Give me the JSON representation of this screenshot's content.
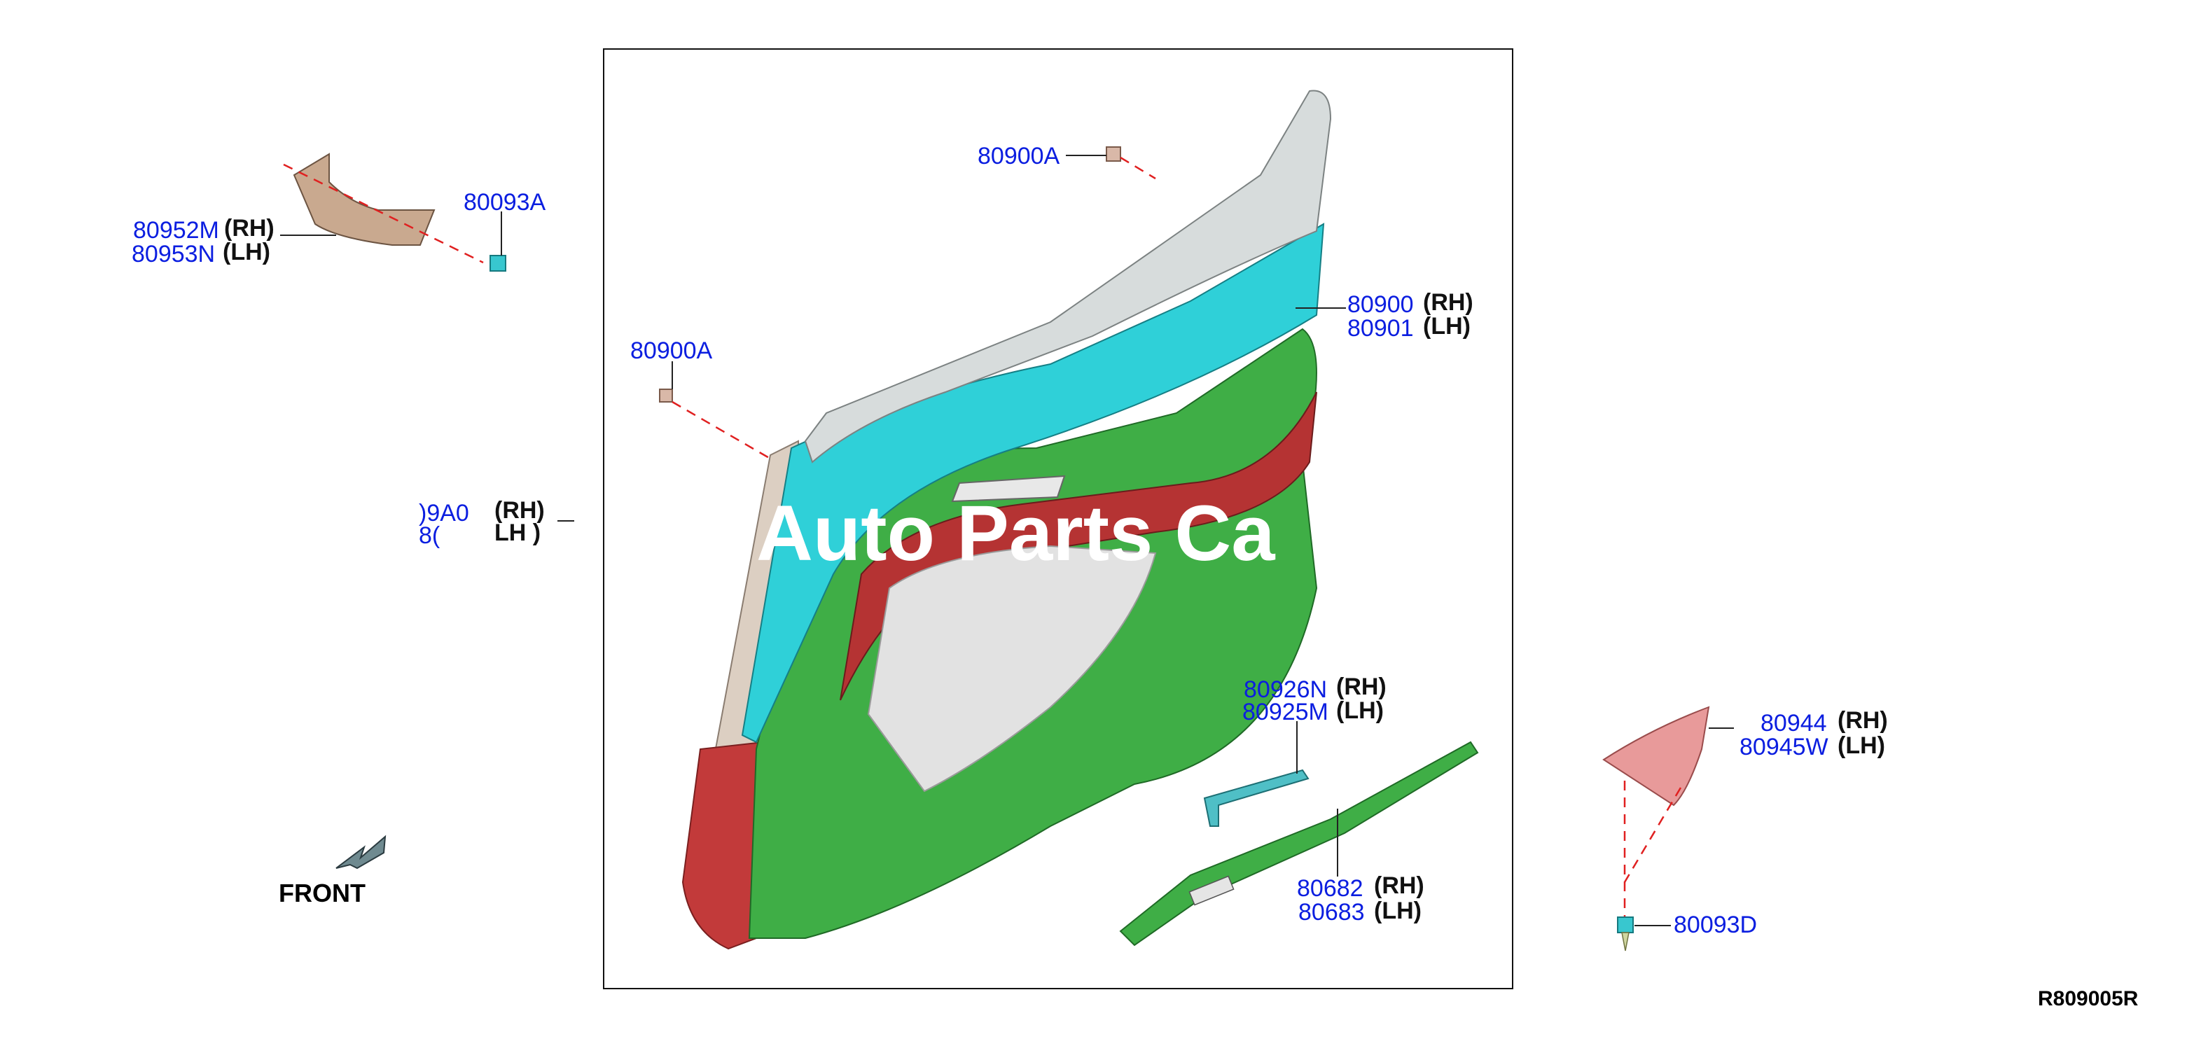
{
  "callouts": {
    "c80900a_top": "80900A",
    "c80900a_left": "80900A",
    "c80952m": "80952M",
    "c80953n": "80953N",
    "c80093a": "80093A",
    "c80900": "80900",
    "c80901": "80901",
    "c80940_partial": ")9A0",
    "c80941_partial": "8(",
    "c80926n": "80926N",
    "c80925m": "80925M",
    "c80682": "80682",
    "c80683": "80683",
    "c80944": "80944",
    "c80945w": "80945W",
    "c80093d": "80093D"
  },
  "sides": {
    "rh": "(RH)",
    "lh": "(LH)",
    "lh_partial": "LH )"
  },
  "front_label": "FRONT",
  "diagram_ref": "R809005R",
  "watermark": "Auto Parts Ca",
  "colors": {
    "callout_blue": "#0b1ee0",
    "door_green": "#3fae46",
    "trim_red": "#c23a3a",
    "trim_cyan": "#2fd0d8",
    "armrest_grey": "#d7dcdc",
    "bracket_tan": "#c9a98f",
    "corner_pink": "#e89a9a",
    "leader_dash_red": "#e02020"
  },
  "icons": {
    "front_arrow": "front-arrow-icon",
    "clip": "clip-icon"
  }
}
